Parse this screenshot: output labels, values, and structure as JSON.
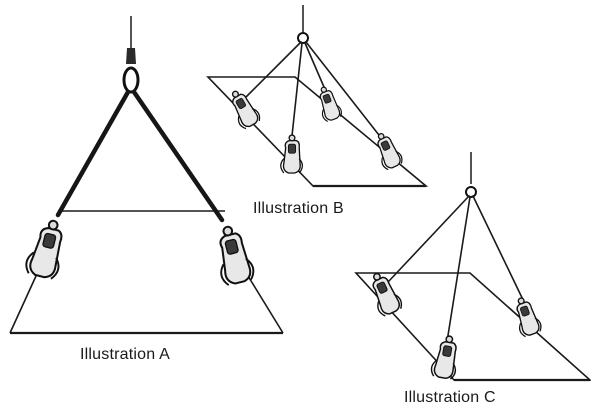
{
  "captions": {
    "a": "Illustration A",
    "b": "Illustration B",
    "c": "Illustration C"
  },
  "colors": {
    "background": "#ffffff",
    "line": "#1a1a1a"
  }
}
